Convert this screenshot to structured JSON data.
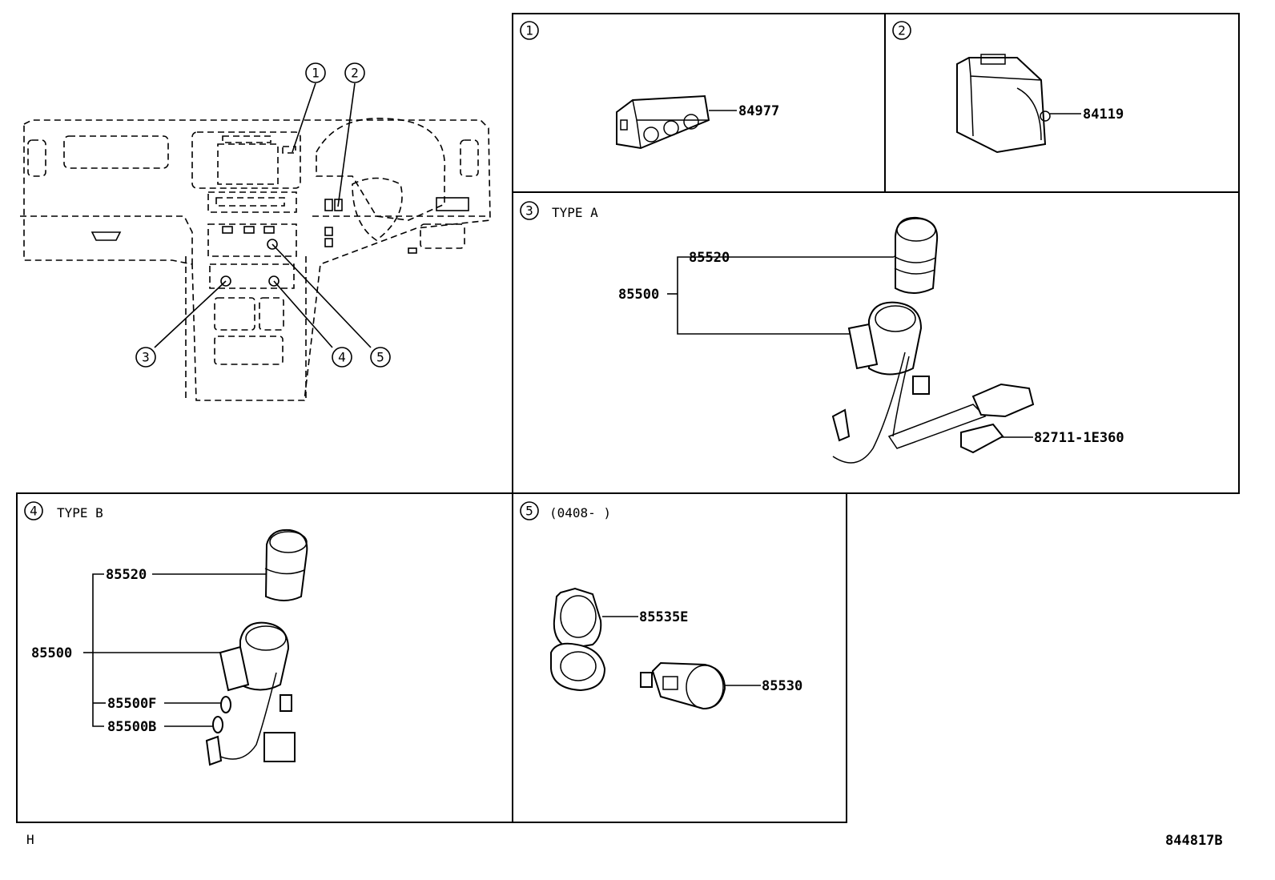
{
  "overview": {
    "callouts": [
      "1",
      "2",
      "3",
      "4",
      "5"
    ]
  },
  "panels": {
    "p1": {
      "index": "1",
      "parts": [
        "84977"
      ]
    },
    "p2": {
      "index": "2",
      "parts": [
        "84119"
      ]
    },
    "p3": {
      "index": "3",
      "type": "TYPE A",
      "parts": [
        "85520",
        "85500",
        "82711-1E360"
      ]
    },
    "p4": {
      "index": "4",
      "type": "TYPE B",
      "parts": [
        "85520",
        "85500",
        "85500F",
        "85500B"
      ]
    },
    "p5": {
      "index": "5",
      "type": "(0408-      )",
      "parts": [
        "85535E",
        "85530"
      ]
    }
  },
  "footer": {
    "left": "H",
    "right": "844817B"
  }
}
